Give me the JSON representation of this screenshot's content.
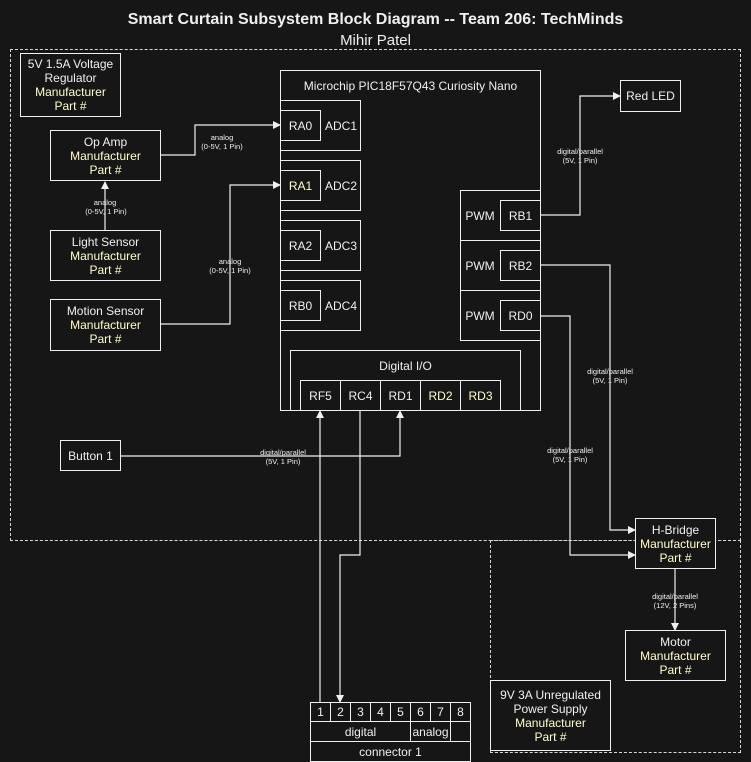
{
  "header": {
    "title": "Smart Curtain Subsystem Block Diagram -- Team 206: TechMinds",
    "author": "Mihir Patel"
  },
  "common": {
    "manufacturer": "Manufacturer",
    "part": "Part #"
  },
  "regulator": {
    "line1": "5V 1.5A Voltage",
    "line2": "Regulator"
  },
  "opamp": {
    "name": "Op Amp"
  },
  "light_sensor": {
    "name": "Light Sensor"
  },
  "motion_sensor": {
    "name": "Motion Sensor"
  },
  "button": {
    "name": "Button 1"
  },
  "mcu": {
    "name": "Microchip PIC18F57Q43 Curiosity Nano",
    "adc_rows": [
      {
        "pin": "RA0",
        "adc": "ADC1"
      },
      {
        "pin": "RA1",
        "adc": "ADC2"
      },
      {
        "pin": "RA2",
        "adc": "ADC3"
      },
      {
        "pin": "RB0",
        "adc": "ADC4"
      }
    ],
    "pwm_rows": [
      {
        "label": "PWM",
        "pin": "RB1"
      },
      {
        "label": "PWM",
        "pin": "RB2"
      },
      {
        "label": "PWM",
        "pin": "RD0"
      }
    ],
    "dio": {
      "label": "Digital I/O",
      "pins": [
        "RF5",
        "RC4",
        "RD1",
        "RD2",
        "RD3"
      ]
    }
  },
  "red_led": {
    "name": "Red LED"
  },
  "hbridge": {
    "name": "H-Bridge"
  },
  "motor": {
    "name": "Motor"
  },
  "supply": {
    "line1": "9V 3A Unregulated",
    "line2": "Power Supply"
  },
  "connector": {
    "pins": [
      "1",
      "2",
      "3",
      "4",
      "5",
      "6",
      "7",
      "8"
    ],
    "group_digital": "digital",
    "group_analog": "analog",
    "name": "connector 1"
  },
  "labels": {
    "analog_top": "analog",
    "analog_bot": "(0-5V, 1 Pin)",
    "dp_top": "digital/parallel",
    "dp_bot": "(5V, 1 Pin)",
    "dp12_bot": "(12V, 2 Pins)"
  },
  "colors": {
    "background": "#161616",
    "line": "#f0f0f0",
    "highlight": "#ffffcc"
  }
}
